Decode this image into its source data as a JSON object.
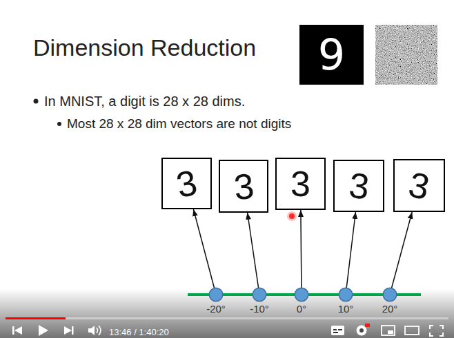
{
  "diagram": {
    "title": "Dimension Reduction",
    "nodes": [
      {
        "text": [
          "3"
        ]
      },
      {
        "text": [
          "3"
        ]
      },
      {
        "text": [
          "3"
        ]
      },
      {
        "text": [
          "3"
        ]
      },
      {
        "text": [
          "3"
        ]
      },
      {
        "text": [
          "-20°"
        ]
      },
      {
        "text": [
          "-10°"
        ]
      },
      {
        "text": [
          "0°"
        ]
      },
      {
        "text": [
          "10°"
        ]
      },
      {
        "text": [
          "20°"
        ]
      }
    ],
    "edges": [
      {
        "from": 5,
        "to": 0,
        "arrow": "to"
      },
      {
        "from": 6,
        "to": 1,
        "arrow": "to"
      },
      {
        "from": 7,
        "to": 2,
        "arrow": "to"
      },
      {
        "from": 8,
        "to": 3,
        "arrow": "to"
      },
      {
        "from": 9,
        "to": 4,
        "arrow": "to"
      }
    ],
    "labels": [
      "9",
      "In MNIST, a digit is 28 x 28 dims.",
      "Most 28 x 28 dim vectors are not digits",
      "13:46 / 1:40:20"
    ]
  }
}
